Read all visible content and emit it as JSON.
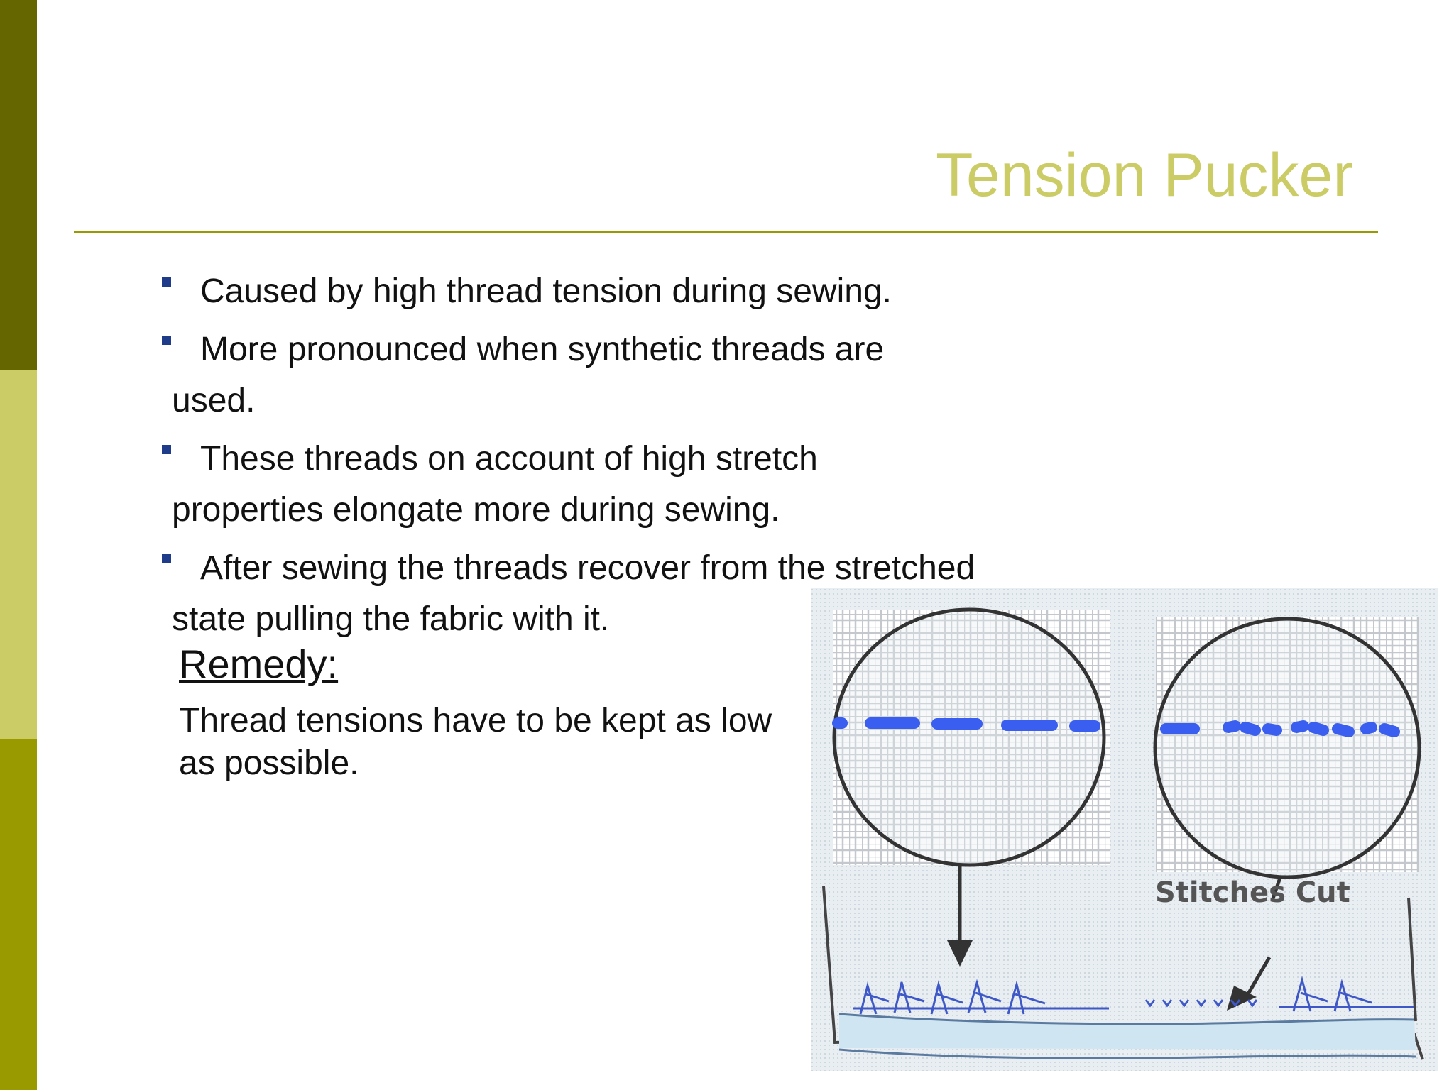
{
  "slide": {
    "title": "Tension Pucker",
    "accent_colors": {
      "sidebar_dark": "#666600",
      "sidebar_light": "#cccc66",
      "sidebar_mid": "#999900",
      "title": "#cccc66",
      "bullet_marker": "#1f3c8a",
      "stitch_blue": "#3a5ff0"
    },
    "bullets": [
      "Caused by high thread tension during sewing.",
      "More pronounced when synthetic threads are used.",
      "These threads on account of high stretch properties elongate more during sewing.",
      "After sewing the threads recover from the stretched state pulling the fabric with it."
    ],
    "remedy": {
      "heading": "Remedy:",
      "text": "Thread tensions have to be kept as low as possible."
    },
    "figure": {
      "label": "Stitches Cut",
      "icons": [
        "magnifier-circle-icon",
        "arrow-down-icon",
        "stitch-line-icon"
      ]
    }
  }
}
